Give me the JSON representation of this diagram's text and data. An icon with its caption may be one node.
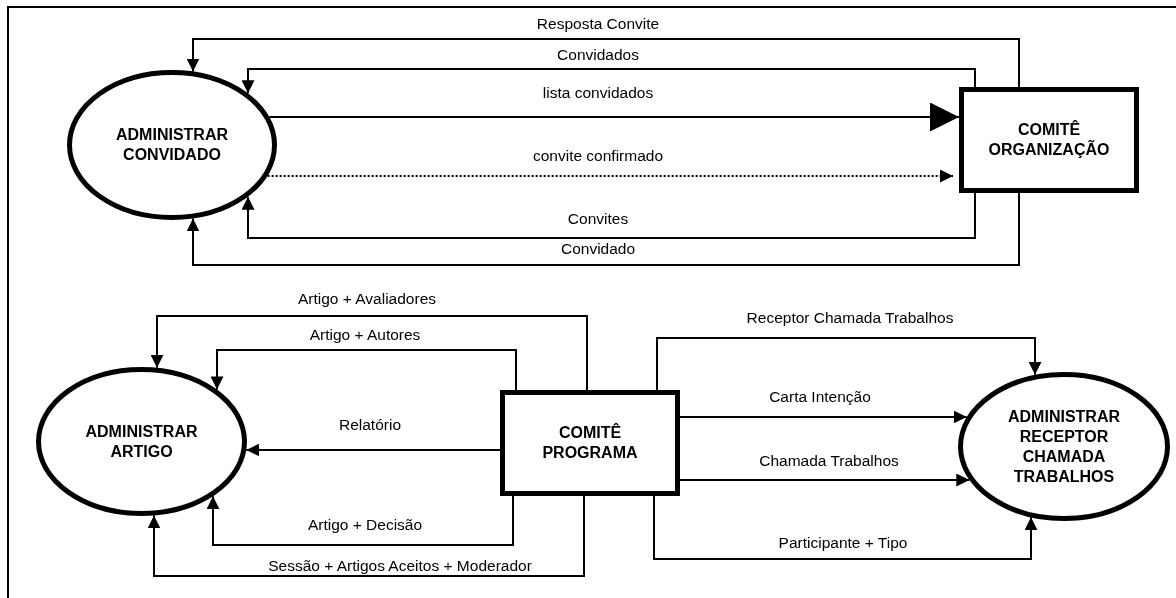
{
  "diagram": {
    "nodes": [
      {
        "text": [
          "ADMINISTRAR CONVIDADO"
        ]
      },
      {
        "text": [
          "COMITÊ ORGANIZAÇÃO"
        ]
      },
      {
        "text": [
          "ADMINISTRAR ARTIGO"
        ]
      },
      {
        "text": [
          "COMITÊ PROGRAMA"
        ]
      },
      {
        "text": [
          "ADMINISTRAR RECEPTOR CHAMADA TRABALHOS"
        ]
      }
    ],
    "edges": [
      {
        "from": 1,
        "to": 0,
        "arrow": "to",
        "label": "Resposta Convite"
      },
      {
        "from": 1,
        "to": 0,
        "arrow": "to",
        "label": "Convidados"
      },
      {
        "from": 0,
        "to": 1,
        "arrow": "to",
        "label": "lista convidados"
      },
      {
        "from": 0,
        "to": 1,
        "arrow": "to",
        "label": "convite confirmado",
        "style": "dashed"
      },
      {
        "from": 1,
        "to": 0,
        "arrow": "to",
        "label": "Convites"
      },
      {
        "from": 1,
        "to": 0,
        "arrow": "to",
        "label": "Convidado"
      },
      {
        "from": 3,
        "to": 2,
        "arrow": "to",
        "label": "Artigo + Avaliadores"
      },
      {
        "from": 3,
        "to": 2,
        "arrow": "to",
        "label": "Artigo + Autores"
      },
      {
        "from": 3,
        "to": 2,
        "arrow": "to",
        "label": "Relatório"
      },
      {
        "from": 3,
        "to": 2,
        "arrow": "to",
        "label": "Artigo + Decisão"
      },
      {
        "from": 3,
        "to": 2,
        "arrow": "to",
        "label": "Sessão + Artigos Aceitos + Moderador"
      },
      {
        "from": 3,
        "to": 4,
        "arrow": "to",
        "label": "Receptor Chamada Trabalhos"
      },
      {
        "from": 3,
        "to": 4,
        "arrow": "to",
        "label": "Carta Intenção"
      },
      {
        "from": 3,
        "to": 4,
        "arrow": "to",
        "label": "Chamada Trabalhos"
      },
      {
        "from": 3,
        "to": 4,
        "arrow": "to",
        "label": "Participante + Tipo"
      }
    ]
  }
}
